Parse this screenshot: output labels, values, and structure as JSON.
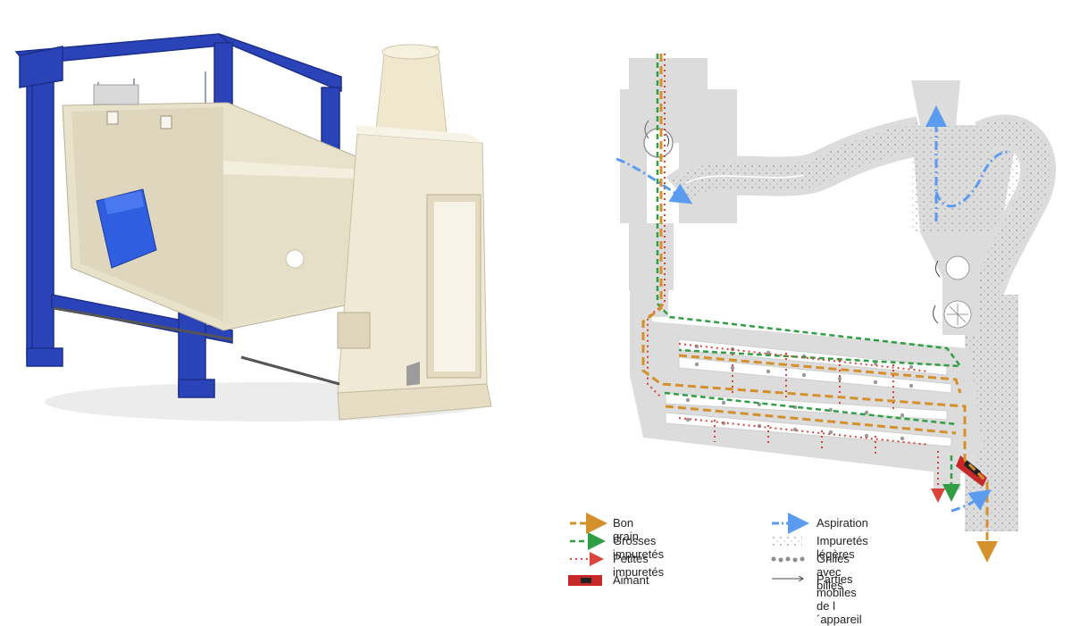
{
  "legend": {
    "items": [
      {
        "id": "bon_grain",
        "label": "Bon grain",
        "color": "#d4902a",
        "style": "dash-arrow"
      },
      {
        "id": "grosses",
        "label": "Grosses impuretés",
        "color": "#2f9e44",
        "style": "dash-arrow"
      },
      {
        "id": "petites",
        "label": "Petites impuretés",
        "color": "#d9453a",
        "style": "dot-arrow"
      },
      {
        "id": "aimant",
        "label": "Aimant",
        "color": "#d62828",
        "style": "magnet"
      },
      {
        "id": "aspiration",
        "label": "Aspiration",
        "color": "#5b9cf0",
        "style": "dashdot-arrow"
      },
      {
        "id": "legeres",
        "label": "Impuretés légères",
        "color": "#9a9a9a",
        "style": "dots-grid"
      },
      {
        "id": "billes",
        "label": "Grilles avec billes",
        "color": "#8c8c8c",
        "style": "balls"
      },
      {
        "id": "mobiles",
        "label": "Parties mobiles de l´appareil",
        "color": "#444444",
        "style": "arrow-line"
      }
    ]
  },
  "colors": {
    "machine_gray": "#dcdcdc",
    "frame_blue": "#2a43b8",
    "body_cream": "#efe9d5",
    "motor_blue": "#2f5ee0"
  }
}
